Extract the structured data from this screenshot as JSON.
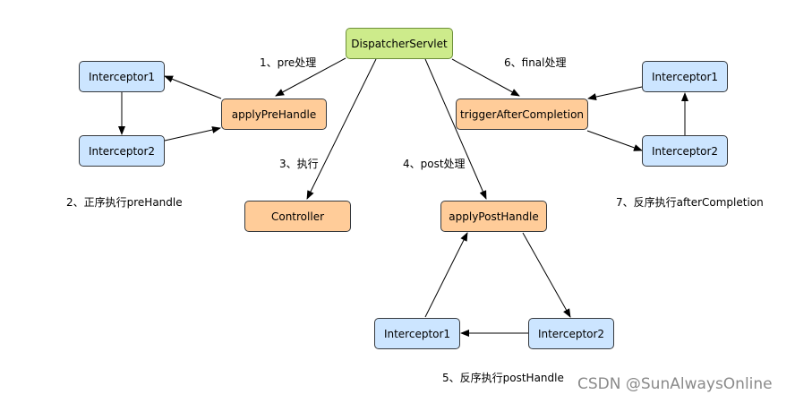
{
  "nodes": {
    "dispatcher": "DispatcherServlet",
    "apply_pre_handle": "applyPreHandle",
    "controller": "Controller",
    "apply_post_handle": "applyPostHandle",
    "trigger_after_completion": "triggerAfterCompletion",
    "pre_interceptor1": "Interceptor1",
    "pre_interceptor2": "Interceptor2",
    "post_interceptor1": "Interceptor1",
    "post_interceptor2": "Interceptor2",
    "final_interceptor1": "Interceptor1",
    "final_interceptor2": "Interceptor2"
  },
  "labels": {
    "step1": "1、pre处理",
    "step2": "2、正序执行preHandle",
    "step3": "3、执行",
    "step4": "4、post处理",
    "step5": "5、反序执行postHandle",
    "step6": "6、final处理",
    "step7": "7、反序执行afterCompletion"
  },
  "watermark": "CSDN @SunAlwaysOnline",
  "colors": {
    "green_fill": "#cdeb8b",
    "orange_fill": "#ffcc99",
    "blue_fill": "#cce5ff",
    "edge": "#000000"
  }
}
